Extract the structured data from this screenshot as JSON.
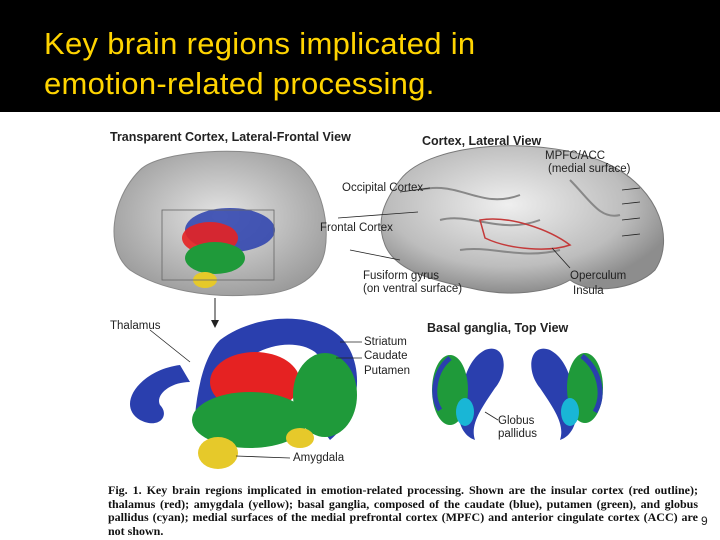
{
  "slide": {
    "title": "Key brain regions implicated in\nemotion-related processing.",
    "page_number": "9"
  },
  "figure": {
    "panels": {
      "transparent_cortex": "Transparent Cortex, Lateral-Frontal View",
      "cortex_lateral": "Cortex, Lateral View",
      "basal_ganglia": "Basal ganglia, Top View"
    },
    "labels": {
      "mpfc_acc": "MPFC/ACC",
      "medial_surface": "(medial surface)",
      "occipital_cortex": "Occipital Cortex",
      "frontal_cortex": "Frontal Cortex",
      "fusiform_gyrus": "Fusiform gyrus",
      "on_ventral_surface": "(on ventral surface)",
      "operculum": "Operculum",
      "insula": "Insula",
      "thalamus": "Thalamus",
      "striatum": "Striatum",
      "caudate": "Caudate",
      "putamen": "Putamen",
      "globus": "Globus",
      "pallidus": "pallidus",
      "amygdala": "Amygdala"
    },
    "caption_prefix": "Fig. 1.",
    "caption_text": "Key brain regions implicated in emotion-related processing. Shown are the insular cortex (red outline); thalamus (red); amygdala (yellow); basal ganglia, composed of the caudate (blue), putamen (green), and globus pallidus (cyan); medial surfaces of the medial prefrontal cortex (MPFC) and anterior cingulate cortex (ACC) are not shown."
  },
  "colors": {
    "title": "#ffd400",
    "thalamus": "#e52222",
    "caudate": "#2a3fae",
    "putamen": "#1f9a3a",
    "globus_pallidus": "#19b6d6",
    "amygdala": "#e6c92a",
    "cortex": "#b9b9b9"
  }
}
